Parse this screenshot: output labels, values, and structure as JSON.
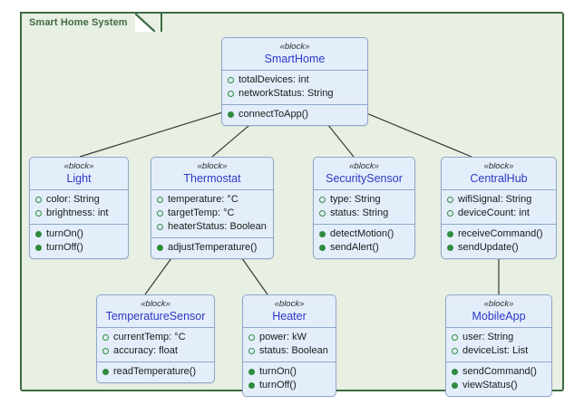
{
  "diagram": {
    "type": "sysml-block-definition-diagram",
    "frame_title": "Smart Home System",
    "colors": {
      "frame_border": "#3f6b44",
      "frame_fill": "#e8efe3",
      "block_fill": "#e4eefb",
      "block_border": "#8fa6c9",
      "block_name": "#2b39c4",
      "marker_green": "#2e8b3f",
      "link_line": "#3a3a3a",
      "page_background": "#ffffff"
    },
    "stereotype": "«block»"
  },
  "blocks": [
    {
      "id": "smarthome",
      "stereotype": "«block»",
      "name": "SmartHome",
      "attributes": [
        "totalDevices: int",
        "networkStatus: String"
      ],
      "operations": [
        "connectToApp()"
      ]
    },
    {
      "id": "light",
      "stereotype": "«block»",
      "name": "Light",
      "attributes": [
        "color: String",
        "brightness: int"
      ],
      "operations": [
        "turnOn()",
        "turnOff()"
      ]
    },
    {
      "id": "thermostat",
      "stereotype": "«block»",
      "name": "Thermostat",
      "attributes": [
        "temperature: °C",
        "targetTemp: °C",
        "heaterStatus: Boolean"
      ],
      "operations": [
        "adjustTemperature()"
      ]
    },
    {
      "id": "securitysensor",
      "stereotype": "«block»",
      "name": "SecuritySensor",
      "attributes": [
        "type: String",
        "status: String"
      ],
      "operations": [
        "detectMotion()",
        "sendAlert()"
      ]
    },
    {
      "id": "centralhub",
      "stereotype": "«block»",
      "name": "CentralHub",
      "attributes": [
        "wifiSignal: String",
        "deviceCount: int"
      ],
      "operations": [
        "receiveCommand()",
        "sendUpdate()"
      ]
    },
    {
      "id": "tempsensor",
      "stereotype": "«block»",
      "name": "TemperatureSensor",
      "attributes": [
        "currentTemp: °C",
        "accuracy: float"
      ],
      "operations": [
        "readTemperature()"
      ]
    },
    {
      "id": "heater",
      "stereotype": "«block»",
      "name": "Heater",
      "attributes": [
        "power: kW",
        "status: Boolean"
      ],
      "operations": [
        "turnOn()",
        "turnOff()"
      ]
    },
    {
      "id": "mobileapp",
      "stereotype": "«block»",
      "name": "MobileApp",
      "attributes": [
        "user: String",
        "deviceList: List"
      ],
      "operations": [
        "sendCommand()",
        "viewStatus()"
      ]
    }
  ],
  "relationships": [
    {
      "type": "composition",
      "whole": "SmartHome",
      "part": "Light"
    },
    {
      "type": "composition",
      "whole": "SmartHome",
      "part": "Thermostat"
    },
    {
      "type": "composition",
      "whole": "SmartHome",
      "part": "SecuritySensor"
    },
    {
      "type": "composition",
      "whole": "SmartHome",
      "part": "CentralHub"
    },
    {
      "type": "composition",
      "whole": "Thermostat",
      "part": "TemperatureSensor"
    },
    {
      "type": "composition",
      "whole": "Thermostat",
      "part": "Heater"
    },
    {
      "type": "composition",
      "whole": "CentralHub",
      "part": "MobileApp"
    }
  ]
}
